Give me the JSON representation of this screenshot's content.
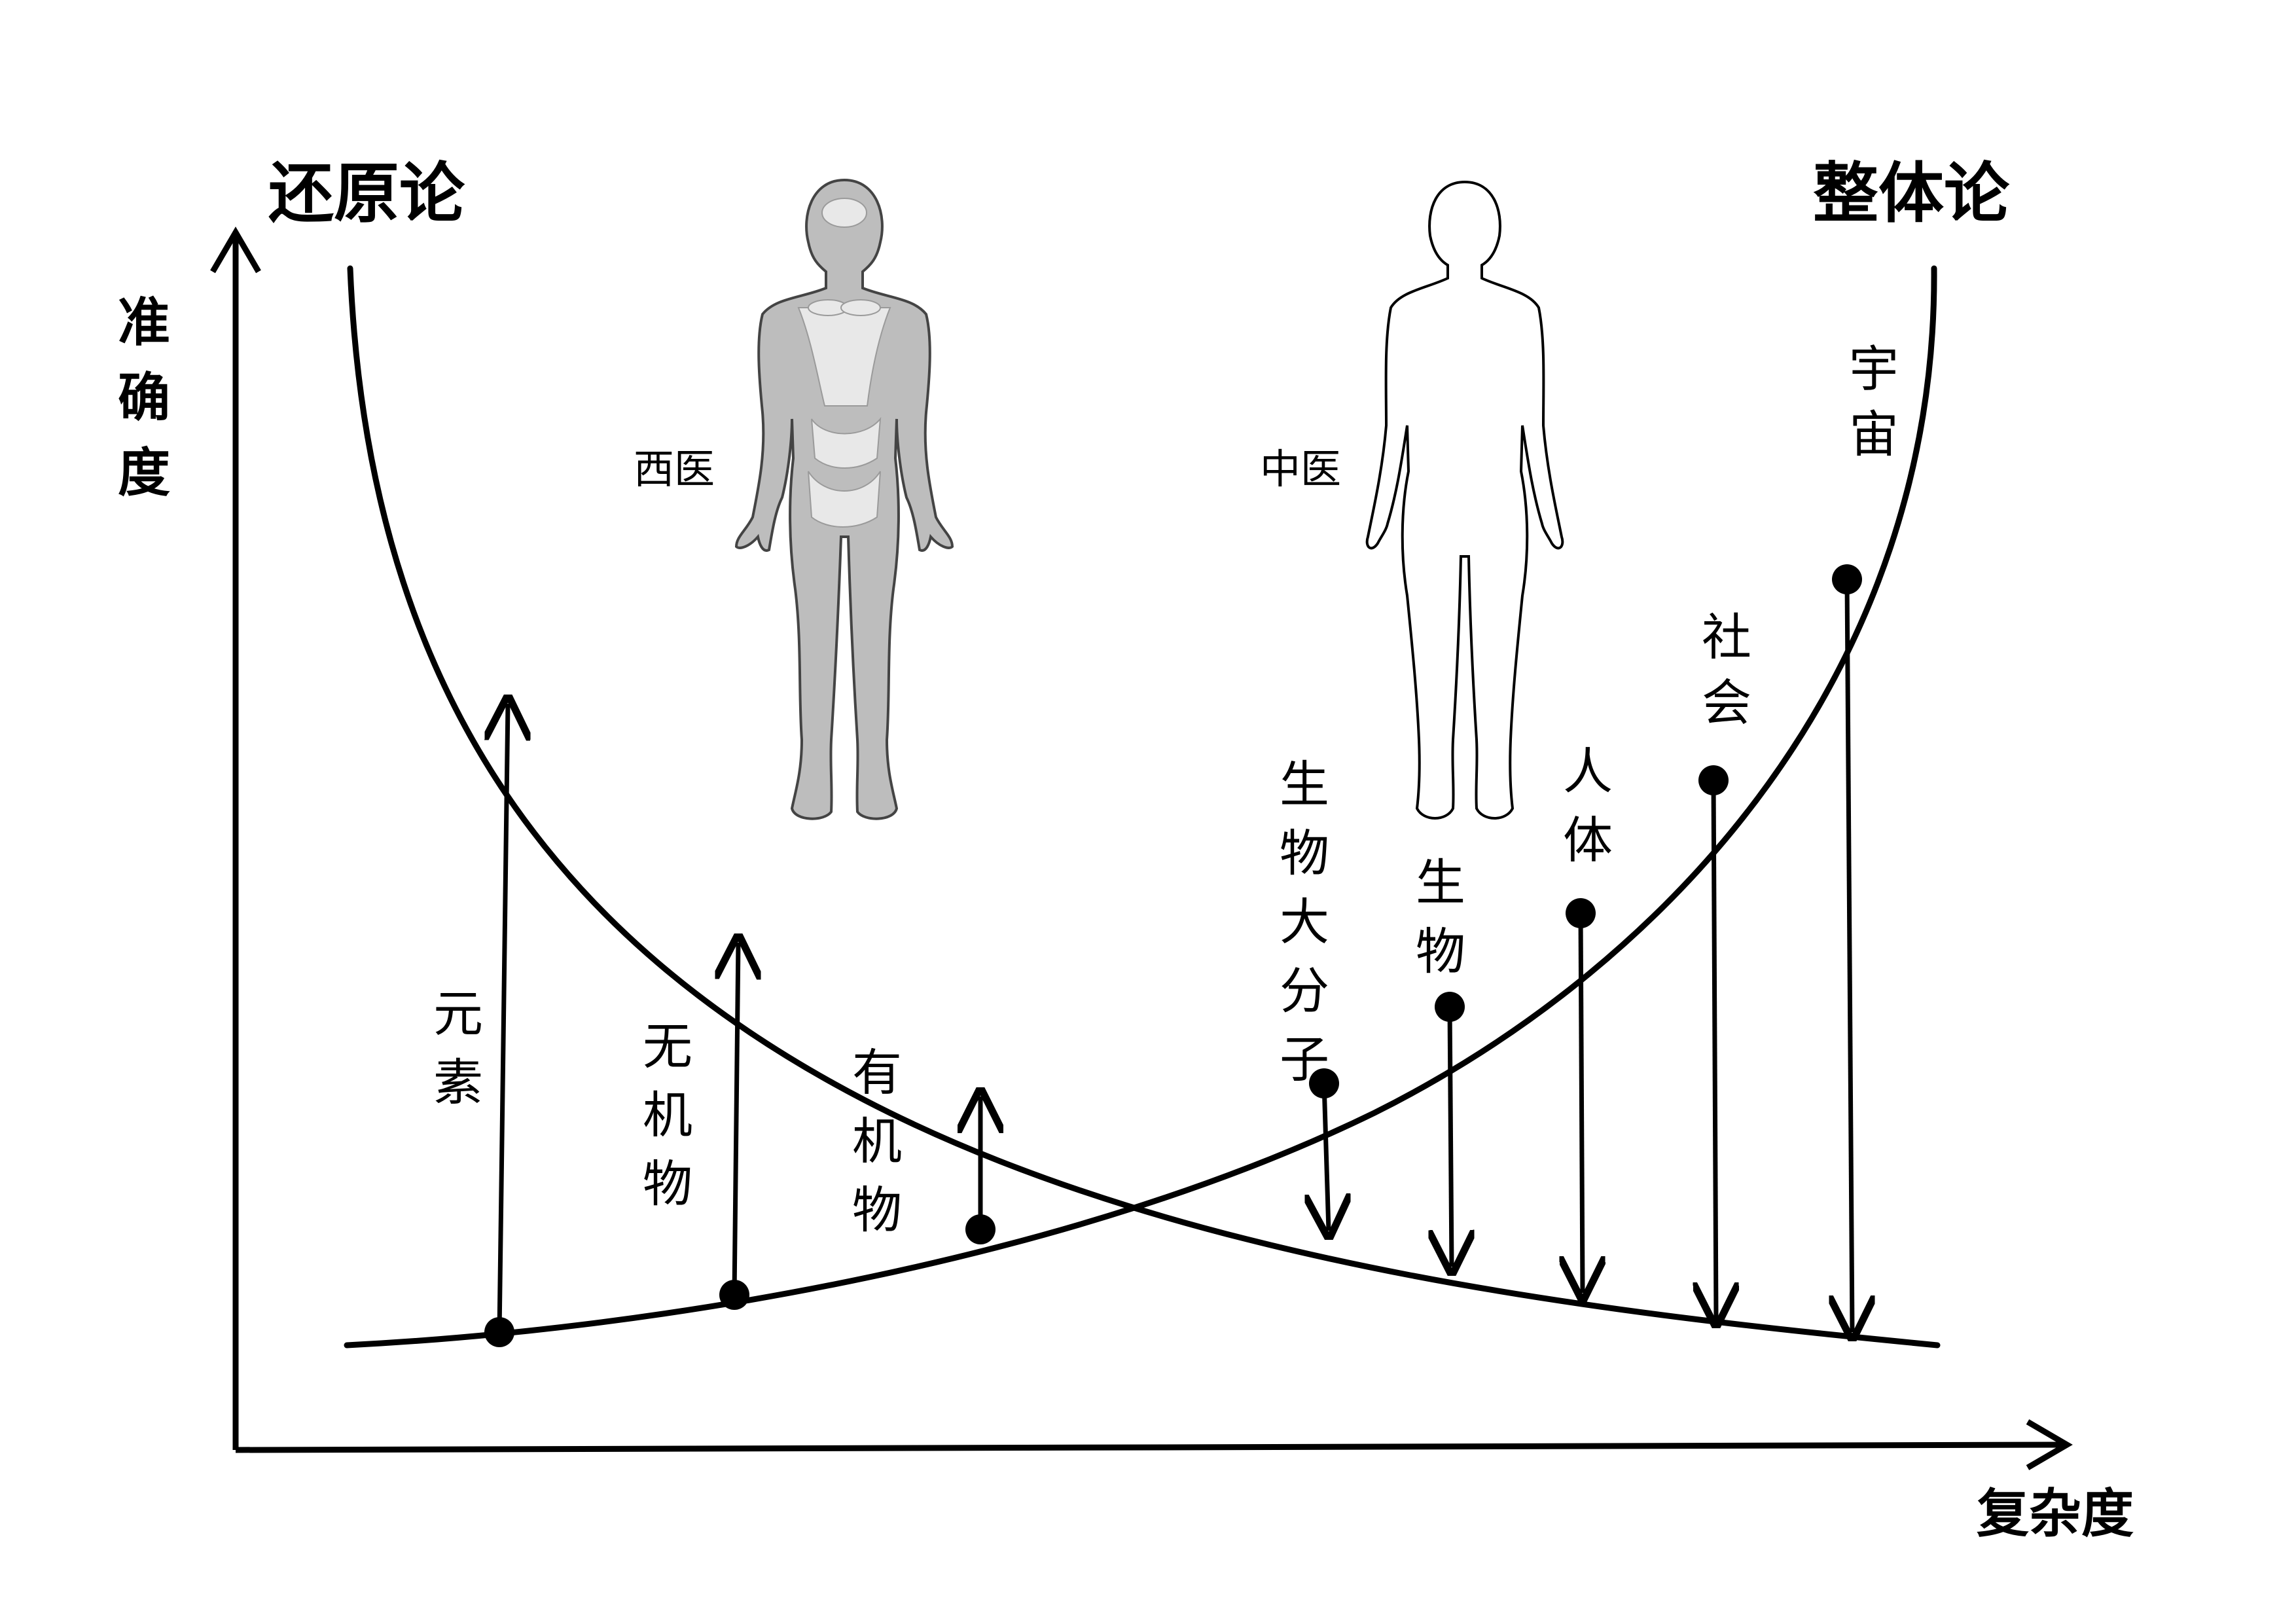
{
  "titles": {
    "left": "还原论",
    "right": "整体论"
  },
  "axes": {
    "y_label": [
      "准",
      "确",
      "度"
    ],
    "x_label": "复杂度"
  },
  "figures": {
    "western_label": "西医",
    "chinese_label": "中医"
  },
  "items": [
    {
      "id": "yuansu",
      "chars": [
        "元",
        "素"
      ],
      "direction": "up"
    },
    {
      "id": "wujiwu",
      "chars": [
        "无",
        "机",
        "物"
      ],
      "direction": "up"
    },
    {
      "id": "youjiwu",
      "chars": [
        "有",
        "机",
        "物"
      ],
      "direction": "up"
    },
    {
      "id": "shengwudafenzi",
      "chars": [
        "生",
        "物",
        "大",
        "分",
        "子"
      ],
      "direction": "down"
    },
    {
      "id": "shengwu",
      "chars": [
        "生",
        "物"
      ],
      "direction": "down"
    },
    {
      "id": "renti",
      "chars": [
        "人",
        "体"
      ],
      "direction": "down"
    },
    {
      "id": "shehui",
      "chars": [
        "社",
        "会"
      ],
      "direction": "down"
    },
    {
      "id": "yuzhou",
      "chars": [
        "宇",
        "宙"
      ],
      "direction": "down"
    }
  ],
  "colors": {
    "ink": "#000000",
    "figure_fill": "#bdbdbd",
    "background": "#ffffff"
  }
}
